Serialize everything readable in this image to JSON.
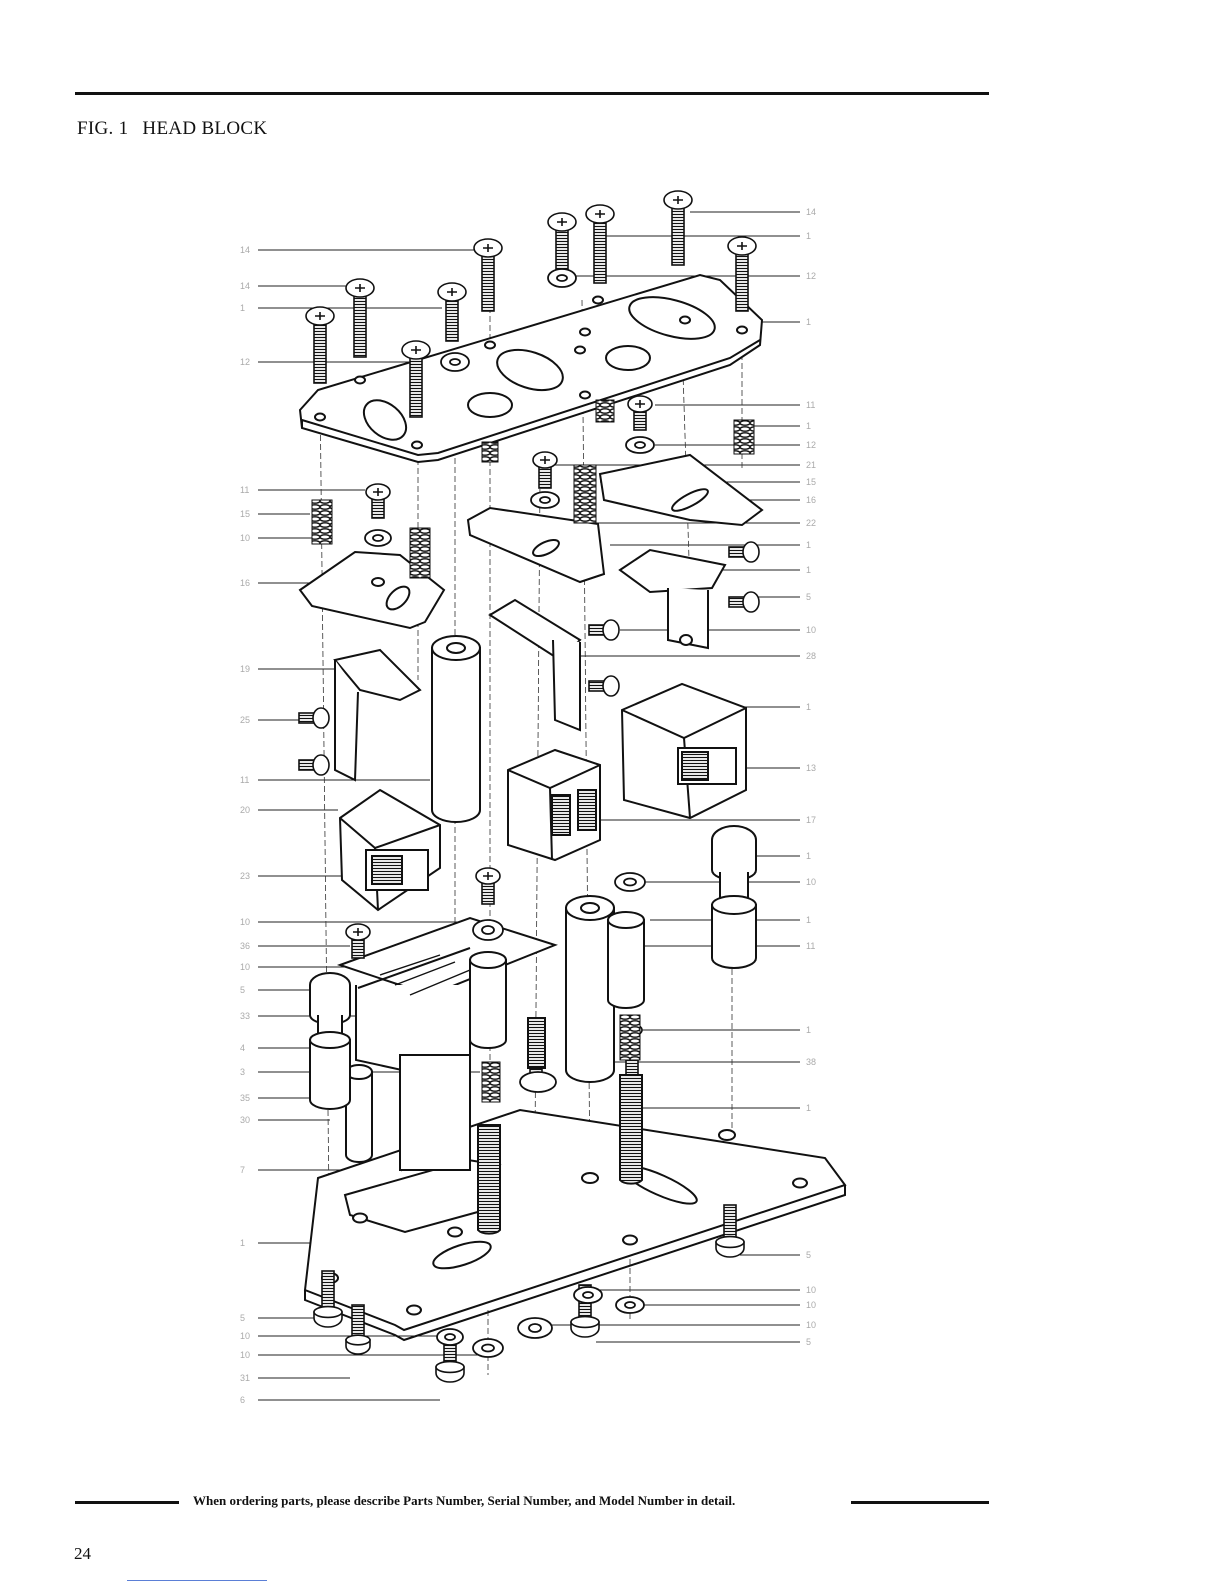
{
  "header": {
    "fig_label": "FIG. 1",
    "fig_name": "HEAD BLOCK"
  },
  "diagram": {
    "left_callouts": [
      "14",
      "14",
      "1",
      "12",
      "11",
      "15",
      "10",
      "16",
      "19",
      "25",
      "11",
      "20",
      "23",
      "10",
      "36",
      "10",
      "5",
      "33",
      "4",
      "3",
      "35",
      "30",
      "7",
      "1",
      "5",
      "10",
      "10",
      "31",
      "6"
    ],
    "right_callouts": [
      "14",
      "1",
      "12",
      "1",
      "11",
      "1",
      "12",
      "21",
      "15",
      "16",
      "22",
      "1",
      "1",
      "5",
      "10",
      "28",
      "1",
      "13",
      "17",
      "1",
      "10",
      "1",
      "11",
      "1",
      "38",
      "1",
      "5",
      "10",
      "10",
      "10",
      "5"
    ]
  },
  "footer": {
    "note": "When ordering parts, please describe Parts Number, Serial Number, and Model Number in detail.",
    "page_number": "24"
  }
}
